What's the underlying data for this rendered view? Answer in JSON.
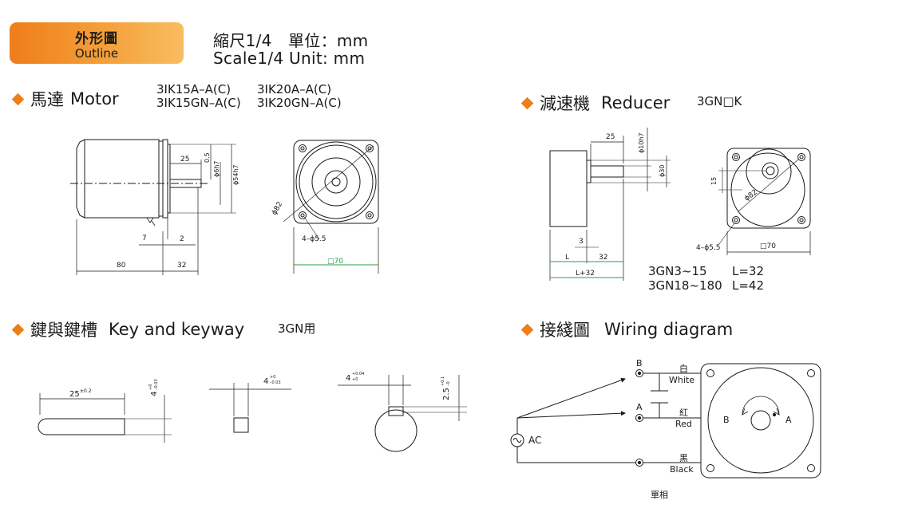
{
  "header": {
    "badge_zh": "外形圖",
    "badge_en": "Outline",
    "scale_zh": "縮尺1/4　單位：mm",
    "scale_en": "Scale1/4 Unit:  mm"
  },
  "motor": {
    "title_zh": "馬達",
    "title_en": "Motor",
    "models": [
      "3IK15A–A(C)",
      "3IK20A–A(C)",
      "3IK15GN–A(C)",
      "3IK20GN–A(C)"
    ],
    "dims": {
      "shaft_len": "25",
      "gap": "0.5",
      "shaft_dia": "ϕ6h7",
      "pilot_dia": "ϕ54h7",
      "d7": "7",
      "d2": "2",
      "body": "80",
      "d32": "32",
      "pcd": "ϕ82",
      "holes": "4–ϕ5.5",
      "square": "□70"
    }
  },
  "reducer": {
    "title_zh": "減速機",
    "title_en": "Reducer",
    "model": "3GN□K",
    "dims": {
      "shaft_len": "25",
      "shaft_dia": "ϕ10h7",
      "pilot_dia": "ϕ30",
      "d3": "3",
      "L": "L",
      "d32": "32",
      "L32": "L+32",
      "d15": "15",
      "pcd": "ϕ82",
      "holes": "4–ϕ5.5",
      "square": "□70"
    },
    "lengths": [
      {
        "range": "3GN3~15",
        "value": "L=32"
      },
      {
        "range": "3GN18~180",
        "value": "L=42"
      }
    ]
  },
  "key": {
    "title_zh": "鍵與鍵槽",
    "title_en": "Key and keyway",
    "note": "3GN用",
    "dims": {
      "key_len": "25",
      "key_len_tol": "±0.2",
      "key_w": "4",
      "key_w_tol_up": "+0",
      "key_w_tol_dn": "–0.03",
      "sq_w": "4",
      "sq_tol_up": "+0",
      "sq_tol_dn": "–0.03",
      "slot_w": "4",
      "slot_tol_up": "+0.04",
      "slot_tol_dn": "+0",
      "slot_d": "2.5",
      "slot_d_tol_up": "+0.1",
      "slot_d_tol_dn": "–0"
    }
  },
  "wiring": {
    "title_zh": "接綫圖",
    "title_en": "Wiring diagram",
    "ac": "AC",
    "terminal_b": "B",
    "terminal_a": "A",
    "white_zh": "白",
    "white_en": "White",
    "red_zh": "紅",
    "red_en": "Red",
    "black_zh": "黑",
    "black_en": "Black",
    "rot_b": "B",
    "rot_a": "A",
    "phase": "單相"
  },
  "colors": {
    "accent": "#ef7d1a",
    "line": "#1a1a1a",
    "dim_green": "#2a9d4a"
  }
}
